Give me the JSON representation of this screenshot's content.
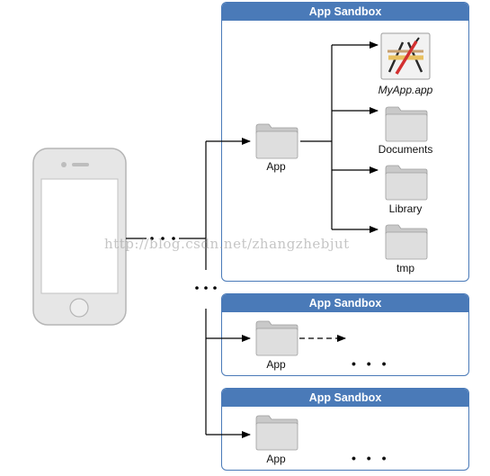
{
  "sandboxes": [
    {
      "title": "App Sandbox"
    },
    {
      "title": "App Sandbox"
    },
    {
      "title": "App Sandbox"
    }
  ],
  "folders": {
    "app_main": "App",
    "documents": "Documents",
    "library": "Library",
    "tmp": "tmp",
    "app_second": "App",
    "app_third": "App"
  },
  "bundle": {
    "label": "MyApp.app"
  },
  "ellipsis": "• • •",
  "watermark": "http://blog.csdn.net/zhangzhebjut",
  "colors": {
    "sandbox_border": "#4a7ab8",
    "header_bg": "#4a7ab8",
    "folder": "#d9d9d9",
    "device": "#e3e3e3"
  }
}
